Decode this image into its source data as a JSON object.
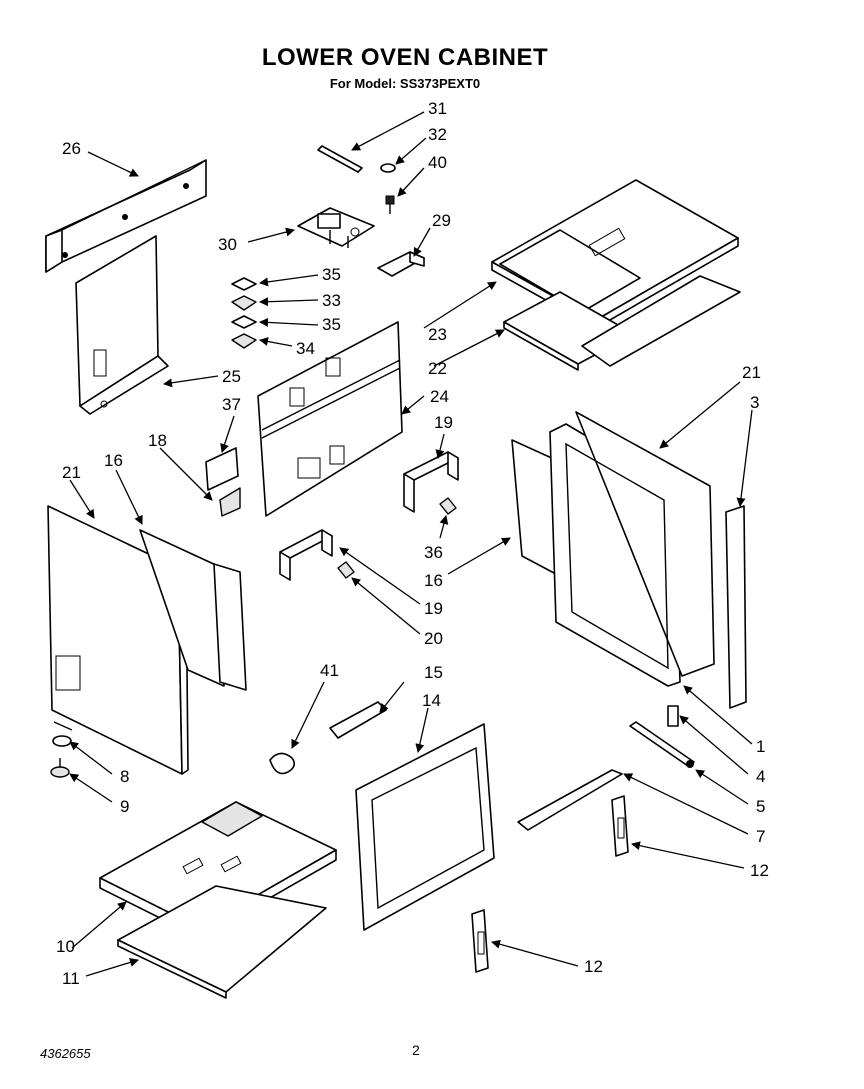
{
  "header": {
    "title": "LOWER OVEN CABINET",
    "model_line": "For Model: SS373PEXT0"
  },
  "footer": {
    "doc_number": "4362655",
    "page": "2"
  },
  "callouts": {
    "p1": "1",
    "p3": "3",
    "p4": "4",
    "p5": "5",
    "p7": "7",
    "p8": "8",
    "p9": "9",
    "p10": "10",
    "p11": "11",
    "p12a": "12",
    "p12b": "12",
    "p14": "14",
    "p15": "15",
    "p16a": "16",
    "p16b": "16",
    "p18": "18",
    "p19a": "19",
    "p19b": "19",
    "p20": "20",
    "p21a": "21",
    "p21b": "21",
    "p22": "22",
    "p23": "23",
    "p24": "24",
    "p25": "25",
    "p26": "26",
    "p29": "29",
    "p30": "30",
    "p31": "31",
    "p32": "32",
    "p33": "33",
    "p34": "34",
    "p35a": "35",
    "p35b": "35",
    "p36": "36",
    "p37": "37",
    "p40": "40",
    "p41": "41"
  }
}
